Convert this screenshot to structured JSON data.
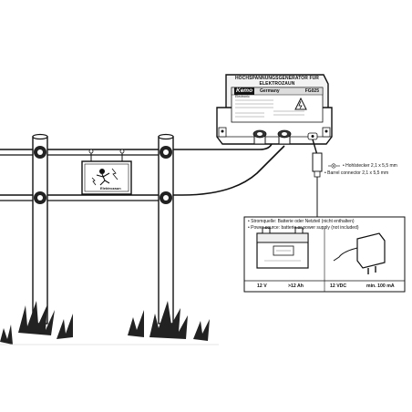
{
  "generator": {
    "title_line1": "HOCHSPANNUNGSGENERATOR FÜR",
    "title_line2": "ELEKTROZAUN",
    "brand": "Kemo",
    "brand_sub": "Electronic",
    "country": "Germany",
    "model": "FG025"
  },
  "sign": {
    "text": "Elektrozaun"
  },
  "connector": {
    "line1": "Hohlstecker 2,1 x 5,5 mm",
    "line2": "Barrel connector 2,1 x 5,5 mm"
  },
  "power_box": {
    "bullet1": "Stromquelle: Batterie oder Netzteil (nicht enthalten)",
    "bullet2": "Power source: batterie or power supply (not included)",
    "battery_voltage": "12 V",
    "battery_capacity": ">12 Ah",
    "adapter_voltage": "12 VDC",
    "adapter_current": "min. 100 mA"
  },
  "colors": {
    "line": "#111111",
    "fill": "#f0f0f0",
    "dark": "#222222"
  }
}
